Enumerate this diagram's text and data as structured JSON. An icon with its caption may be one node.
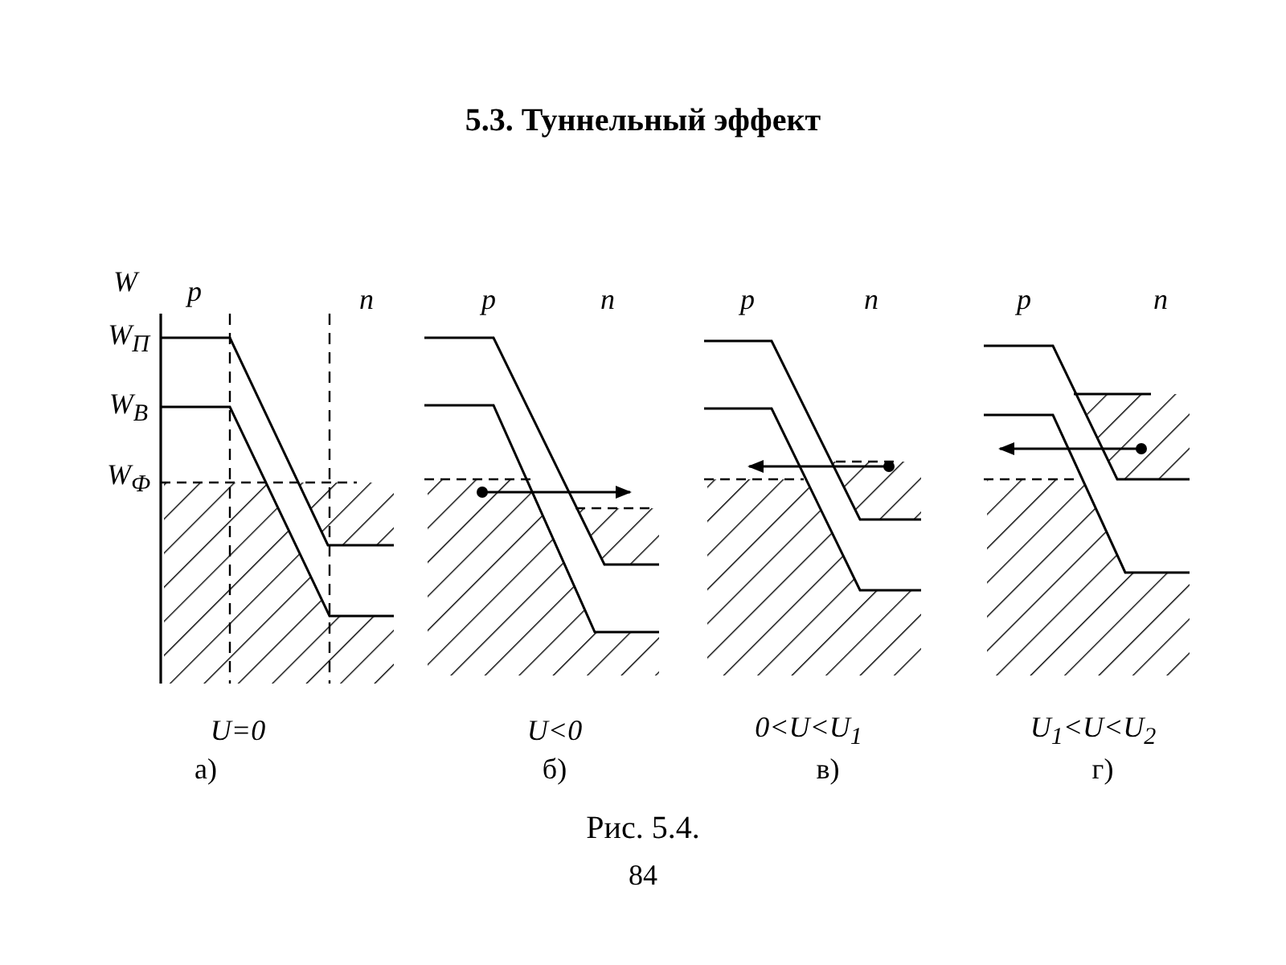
{
  "diagram": {
    "title": "5.3. Туннельный эффект",
    "caption": "Рис. 5.4.",
    "labels": [
      "W",
      "p",
      "n",
      "p",
      "n",
      "p",
      "n",
      "p",
      "n",
      "W$_{П}$",
      "W$_{В}$",
      "W$_{Ф}$",
      "U=0",
      "U<0",
      "0<U<U$_{1}$",
      "U$_{1}$<U<U$_{2}$",
      "а)",
      "б)",
      "в)",
      "г)",
      "84"
    ]
  }
}
